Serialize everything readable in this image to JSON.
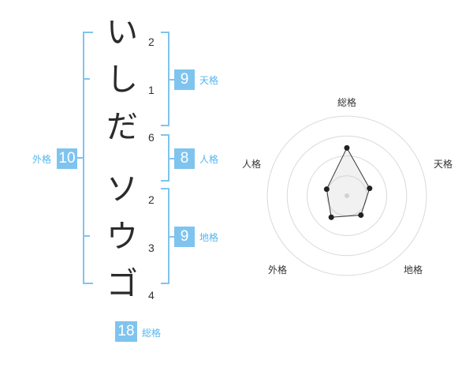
{
  "name": {
    "chars": [
      "い",
      "し",
      "だ",
      "ソ",
      "ウ",
      "ゴ"
    ],
    "strokes": [
      "2",
      "1",
      "6",
      "2",
      "3",
      "4"
    ]
  },
  "kakusu": {
    "tenkaku": {
      "value": "9",
      "label": "天格"
    },
    "jinkaku": {
      "value": "8",
      "label": "人格"
    },
    "chikaku": {
      "value": "9",
      "label": "地格"
    },
    "gaikaku": {
      "value": "10",
      "label": "外格"
    },
    "soukaku": {
      "value": "18",
      "label": "総格"
    }
  },
  "colors": {
    "accent": "#7fc4ef",
    "label": "#55b6f0",
    "bracket": "#7fc4ef"
  },
  "chart_data": {
    "type": "radar",
    "axes": [
      "総格",
      "天格",
      "地格",
      "外格",
      "人格"
    ],
    "values": [
      18,
      9,
      9,
      10,
      8
    ],
    "rings": 4,
    "grid": true
  }
}
